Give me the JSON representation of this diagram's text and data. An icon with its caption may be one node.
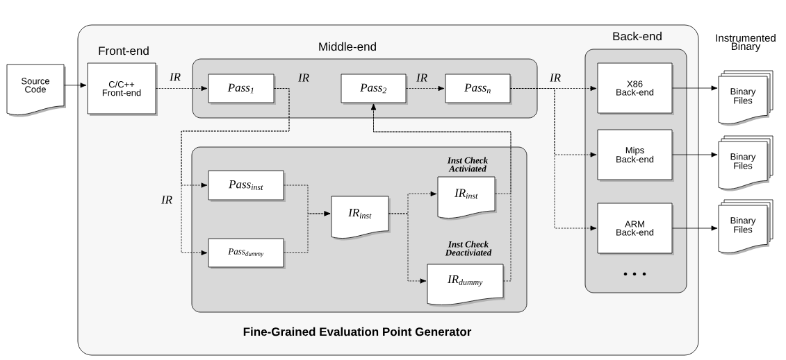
{
  "diagram": {
    "nodes": [
      {
        "text": [
          "Source Code"
        ]
      },
      {
        "text": [],
        "shape": "box"
      },
      {
        "text": [
          "Front-end",
          "C/C++ Front-end"
        ],
        "in": 1
      },
      {
        "text": [
          "Middle-end"
        ],
        "in": 1
      },
      {
        "text": [
          "Pass$_{1}$"
        ],
        "in": 3
      },
      {
        "text": [
          "Pass$_{2}$"
        ],
        "in": 3
      },
      {
        "text": [
          "Pass$_{n}$"
        ],
        "in": 3
      },
      {
        "text": [
          "Back-end"
        ],
        "in": 1
      },
      {
        "text": [
          "X86 Back-end"
        ],
        "in": 7
      },
      {
        "text": [
          "Mips Back-end"
        ],
        "in": 7
      },
      {
        "text": [
          "ARM Back-end"
        ],
        "in": 7
      },
      {
        "text": [
          "Binary Files"
        ]
      },
      {
        "text": [
          "Binary Files"
        ]
      },
      {
        "text": [
          "Binary Files"
        ]
      },
      {
        "text": [
          "Fine-Grained Evaluation Point Generator"
        ],
        "in": 1
      },
      {
        "text": [
          "Pass$_{inst}$"
        ],
        "in": 14
      },
      {
        "text": [
          "Pass$_{dummy}$"
        ],
        "in": 14
      },
      {
        "text": [
          "IR$_{inst}$"
        ],
        "in": 14
      },
      {
        "text": [
          "IR$_{inst}$"
        ],
        "in": 14,
        "beside": [
          "Inst Check Activiated"
        ]
      },
      {
        "text": [
          "IR$_{dummy}$"
        ],
        "in": 14,
        "beside": [
          "Inst Check Deactiviated"
        ]
      }
    ],
    "edges": [
      {
        "from": 0,
        "to": 2,
        "arrow": "to"
      },
      {
        "from": 2,
        "to": 4,
        "arrow": "to",
        "style": "dashed",
        "label": "IR"
      },
      {
        "from": 4,
        "to": 15,
        "arrow": "to",
        "style": "dashed",
        "label": "IR"
      },
      {
        "from": 4,
        "to": 16,
        "arrow": "to",
        "style": "dashed",
        "label": "IR"
      },
      {
        "from": 15,
        "to": 17,
        "arrow": "to",
        "style": "dashed"
      },
      {
        "from": 16,
        "to": 17,
        "arrow": "to",
        "style": "dashed"
      },
      {
        "from": 17,
        "to": 18,
        "arrow": "to",
        "style": "dashed"
      },
      {
        "from": 17,
        "to": 19,
        "arrow": "to",
        "style": "dashed"
      },
      {
        "from": 18,
        "to": 5,
        "arrow": "to",
        "style": "dashed"
      },
      {
        "from": 19,
        "to": 5,
        "arrow": "to",
        "style": "dashed"
      },
      {
        "from": 5,
        "to": 6,
        "arrow": "to",
        "style": "dashed",
        "label": "IR"
      },
      {
        "from": 6,
        "to": 8,
        "arrow": "to",
        "style": "dashed",
        "label": "IR"
      },
      {
        "from": 6,
        "to": 9,
        "arrow": "to",
        "style": "dashed"
      },
      {
        "from": 6,
        "to": 10,
        "arrow": "to",
        "style": "dashed"
      },
      {
        "from": 8,
        "to": 11,
        "arrow": "to"
      },
      {
        "from": 9,
        "to": 12,
        "arrow": "to"
      },
      {
        "from": 10,
        "to": 13,
        "arrow": "to"
      }
    ],
    "labels": [
      "Instrumented Binary"
    ]
  }
}
